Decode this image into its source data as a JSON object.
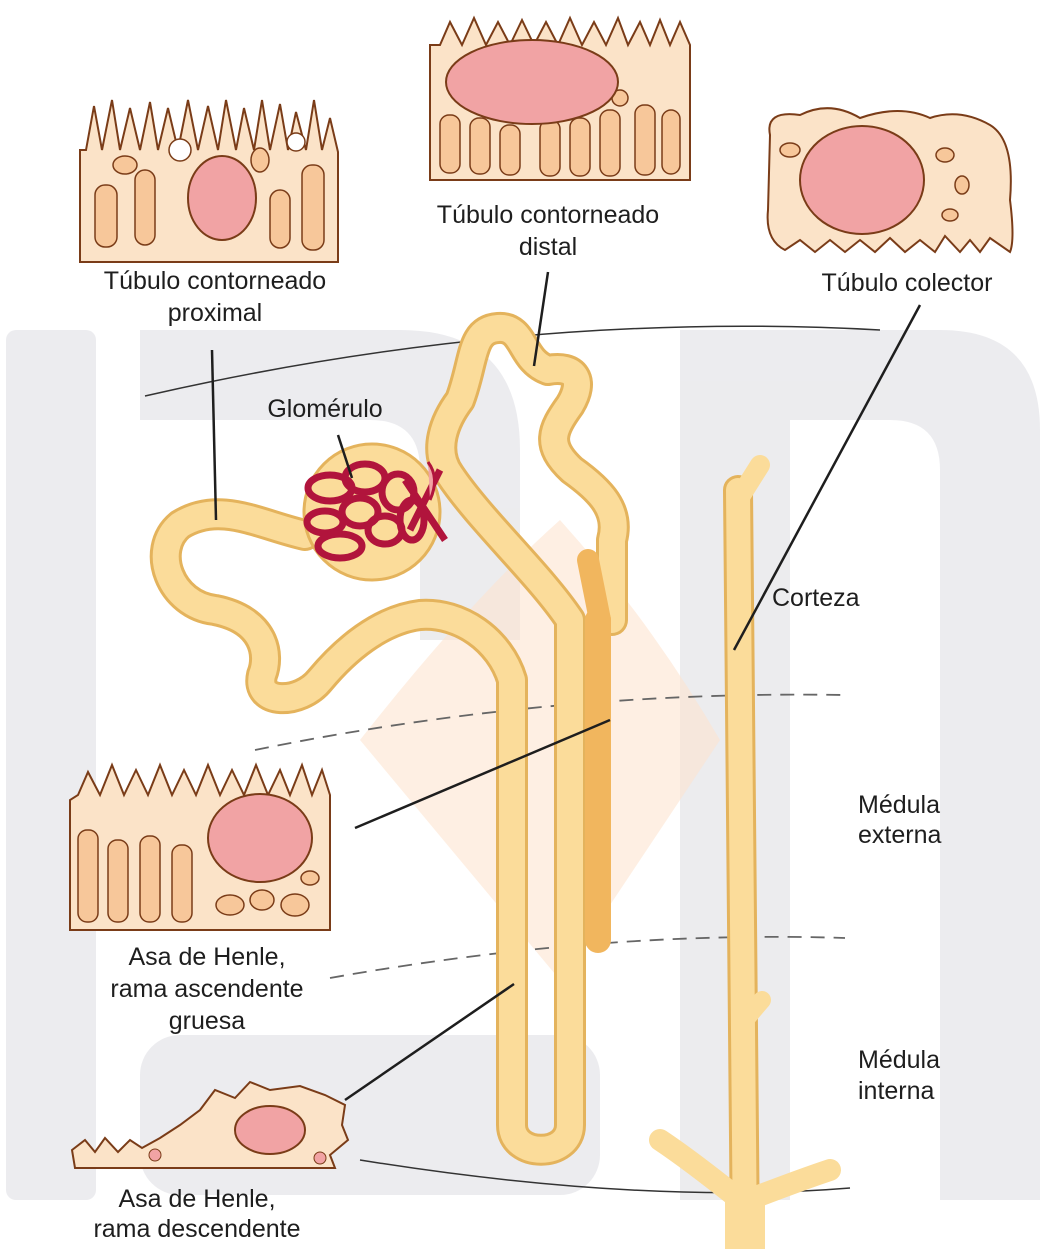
{
  "labels": {
    "pct_1": "Túbulo contorneado",
    "pct_2": "proximal",
    "dct_1": "Túbulo contorneado",
    "dct_2": "distal",
    "collecting": "Túbulo colector",
    "glomerulus": "Glomérulo",
    "cortex": "Corteza",
    "outer_medulla_1": "Médula",
    "outer_medulla_2": "externa",
    "inner_medulla_1": "Médula",
    "inner_medulla_2": "interna",
    "thick_asc_1": "Asa de Henle,",
    "thick_asc_2": "rama ascendente",
    "thick_asc_3": "gruesa",
    "thin_desc_1": "Asa de Henle,",
    "thin_desc_2": "rama descendente"
  },
  "colors": {
    "tubule_fill": "#fbdc9a",
    "tubule_edge": "#e6b45c",
    "thick_limb": "#f7c774",
    "cell_fill": "#fbe3c8",
    "nucleus": "#f1a3a4",
    "capillary": "#b1143c",
    "line": "#1e1e1e",
    "watermark": "#e9e9ec"
  }
}
